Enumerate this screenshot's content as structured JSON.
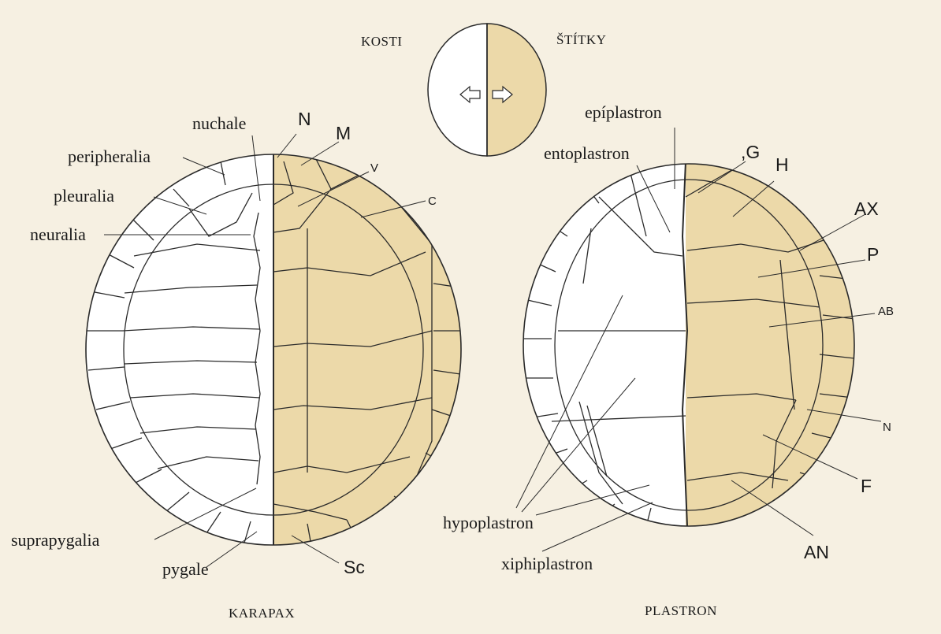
{
  "colors": {
    "background": "#f6f0e2",
    "scute_fill": "#ecd9a9",
    "line": "#2a2a2a",
    "bone_fill": "#ffffff"
  },
  "legend": {
    "left_label": "KOSTI",
    "right_label": "ŠTÍTKY"
  },
  "carapace": {
    "caption": "KARAPAX",
    "bones": {
      "nuchale": "nuchale",
      "peripheralia": "peripheralia",
      "pleuralia": "pleuralia",
      "neuralia": "neuralia",
      "suprapygalia": "suprapygalia",
      "pygale": "pygale"
    },
    "scutes": {
      "N": "N",
      "M": "M",
      "V": "V",
      "C": "C",
      "Sc": "Sc"
    }
  },
  "plastron": {
    "caption": "PLASTRON",
    "bones": {
      "epiplastron": "epíplastron",
      "entoplastron": "entoplastron",
      "hypoplastron": "hypoplastron",
      "xiphiplastron": "xiphiplastron"
    },
    "scutes": {
      "G": ",G",
      "H": "H",
      "AX": "AX",
      "P": "P",
      "AB": "AB",
      "N": "N",
      "F": "F",
      "AN": "AN"
    }
  }
}
